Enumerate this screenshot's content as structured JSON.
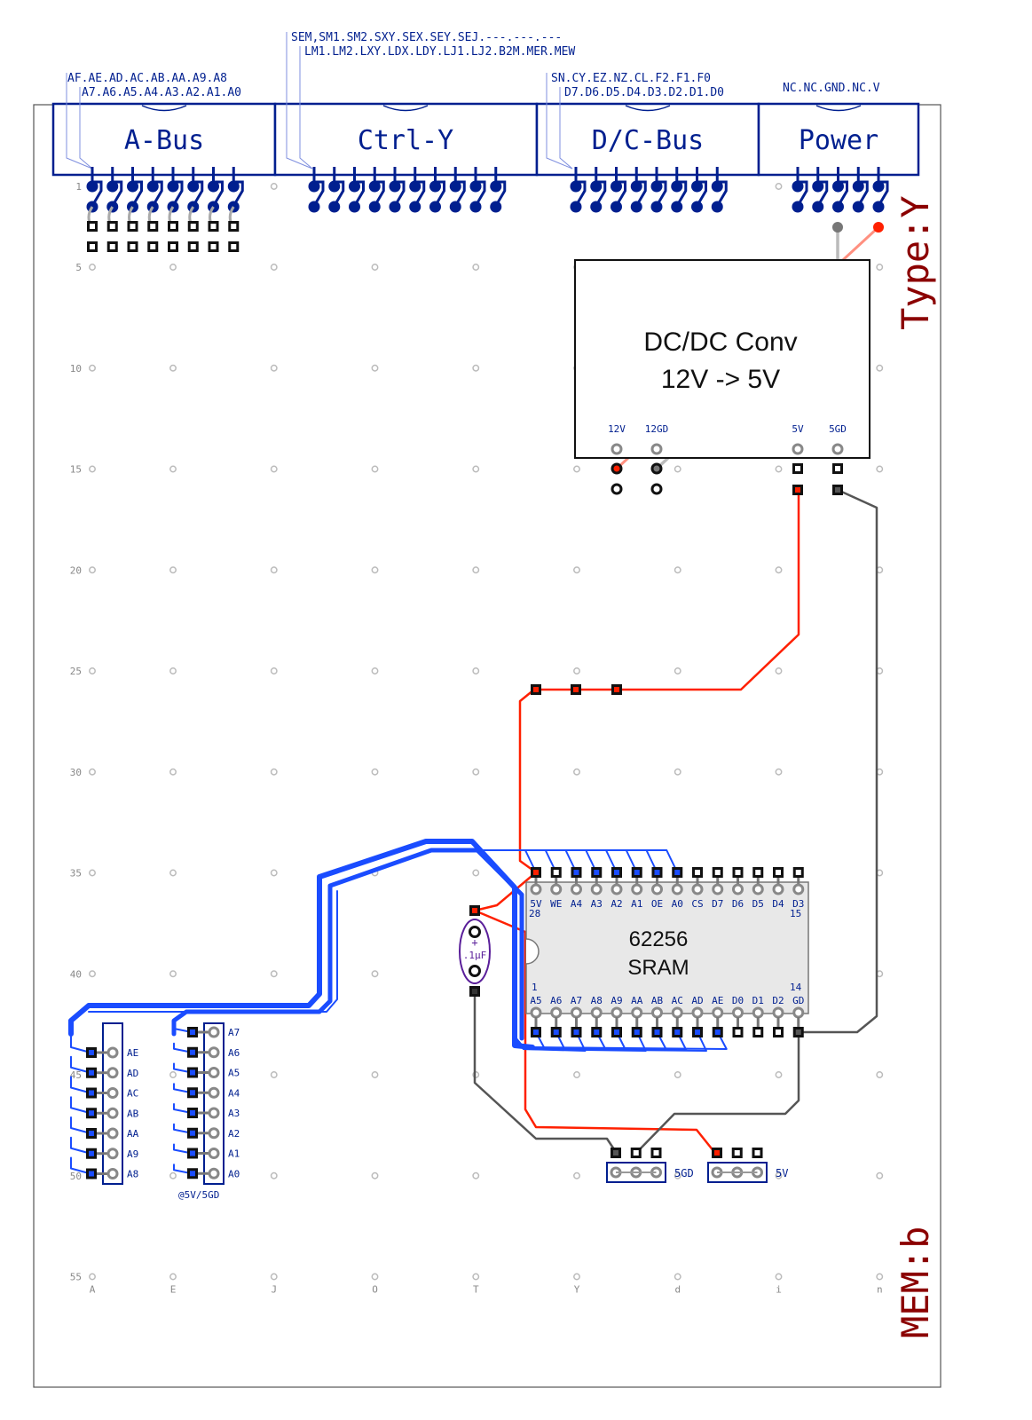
{
  "header": {
    "a_bus": {
      "title": "A-Bus",
      "label_top": "AF.AE.AD.AC.AB.AA.A9.A8",
      "label_bottom": "A7.A6.A5.A4.A3.A2.A1.A0"
    },
    "ctrl_y": {
      "title": "Ctrl-Y",
      "label_top": "SEM,SM1.SM2.SXY.SEX.SEY.SEJ.---.---.---",
      "label_bottom": "LM1.LM2.LXY.LDX.LDY.LJ1.LJ2.B2M.MER.MEW"
    },
    "dc_bus": {
      "title": "D/C-Bus",
      "label_top": "SN.CY.EZ.NZ.CL.F2.F1.F0",
      "label_bottom": "D7.D6.D5.D4.D3.D2.D1.D0"
    },
    "power": {
      "title": "Power",
      "label_top": "NC.NC.GND.NC.V"
    }
  },
  "board": {
    "type_label": "Type:Y",
    "module_label": "MEM:b",
    "row_numbers": [
      "1",
      "5",
      "10",
      "15",
      "20",
      "25",
      "30",
      "35",
      "40",
      "45",
      "50",
      "55"
    ],
    "col_letters": [
      "A",
      "E",
      "J",
      "O",
      "T",
      "Y",
      "d",
      "i",
      "n"
    ]
  },
  "dcdc": {
    "title_line1": "DC/DC Conv",
    "title_line2": "12V -> 5V",
    "pins": [
      "12V",
      "12GD",
      "5V",
      "5GD"
    ]
  },
  "sram": {
    "name_line1": "62256",
    "name_line2": "SRAM",
    "top_pins": [
      "5V",
      "WE",
      "A4",
      "A3",
      "A2",
      "A1",
      "OE",
      "A0",
      "CS",
      "D7",
      "D6",
      "D5",
      "D4",
      "D3"
    ],
    "bottom_pins": [
      "A5",
      "A6",
      "A7",
      "A8",
      "A9",
      "AA",
      "AB",
      "AC",
      "AD",
      "AE",
      "D0",
      "D1",
      "D2",
      "GD"
    ],
    "pin_28": "28",
    "pin_15": "15",
    "pin_1": "1",
    "pin_14": "14"
  },
  "capacitor": {
    "plus": "+",
    "value": ".1µF"
  },
  "left_header_high": [
    "AE",
    "AD",
    "AC",
    "AB",
    "AA",
    "A9",
    "A8"
  ],
  "left_header_low": [
    "A7",
    "A6",
    "A5",
    "A4",
    "A3",
    "A2",
    "A1",
    "A0"
  ],
  "low_header_note": "@5V/5GD",
  "jumper_5gd": "5GD",
  "jumper_5v": "5V",
  "colors": {
    "bus": "#001f8f",
    "blue_trace": "#1a4cff",
    "red": "#ff2000",
    "gray": "#555555",
    "label_red": "#8b0000"
  }
}
